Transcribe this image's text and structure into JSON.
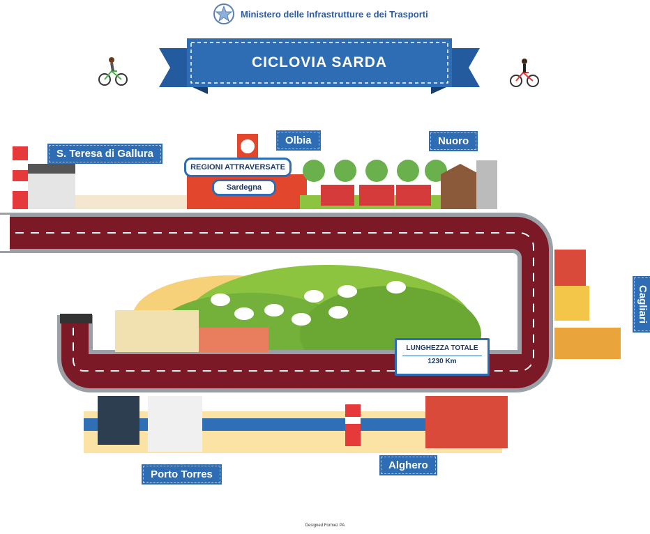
{
  "header": {
    "ministry": "Ministero delle Infrastrutture e dei Trasporti",
    "emblem": "italian-republic-emblem"
  },
  "banner": {
    "title": "CICLOVIA SARDA"
  },
  "cities": {
    "s_teresa": "S. Teresa di Gallura",
    "olbia": "Olbia",
    "nuoro": "Nuoro",
    "cagliari": "Cagliari",
    "porto_torres": "Porto Torres",
    "alghero": "Alghero"
  },
  "info": {
    "regions_label": "REGIONI ATTRAVERSATE",
    "regions_value": "Sardegna",
    "length_label": "LUNGHEZZA TOTALE",
    "length_value": "1230 Km"
  },
  "footer": {
    "credit": "Designed Formez PA"
  },
  "colors": {
    "brand_blue": "#2e6db4",
    "road": "#7b1a26",
    "road_border": "#9aa0a6",
    "sea": "#2f6fb6"
  }
}
